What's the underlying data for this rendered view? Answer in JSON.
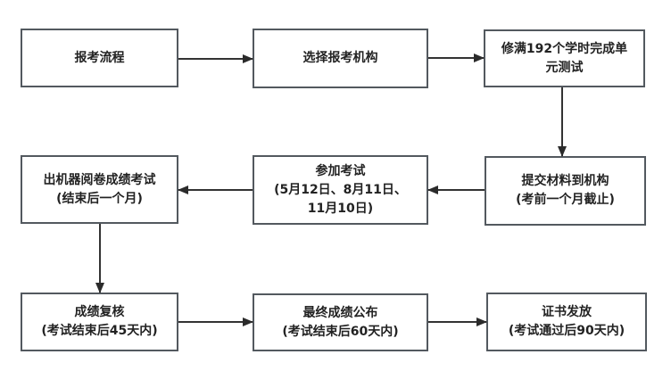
{
  "diagram": {
    "type": "flowchart",
    "colors": {
      "background": "#ffffff",
      "box_border": "#53595f",
      "arrow": "#333333",
      "text": "#222222"
    },
    "nodes": {
      "start": {
        "label": "报考流程"
      },
      "choose_institution": {
        "label": "选择报考机构"
      },
      "complete_hours": {
        "label": "修满192个学时完成单\n元测试"
      },
      "submit_materials": {
        "label": "提交材料到机构\n(考前一个月截止)"
      },
      "take_exam": {
        "label": "参加考试\n(5月12日、8月11日、\n11月10日)"
      },
      "machine_scoring": {
        "label": "出机器阅卷成绩考试\n(结束后一个月)"
      },
      "score_review": {
        "label": "成绩复核\n(考试结束后45天内)"
      },
      "final_results": {
        "label": "最终成绩公布\n(考试结束后60天内)"
      },
      "certificate": {
        "label": "证书发放\n(考试通过后90天内)"
      }
    },
    "edges": [
      {
        "from": "start",
        "to": "choose_institution"
      },
      {
        "from": "choose_institution",
        "to": "complete_hours"
      },
      {
        "from": "complete_hours",
        "to": "submit_materials"
      },
      {
        "from": "submit_materials",
        "to": "take_exam"
      },
      {
        "from": "take_exam",
        "to": "machine_scoring"
      },
      {
        "from": "machine_scoring",
        "to": "score_review"
      },
      {
        "from": "score_review",
        "to": "final_results"
      },
      {
        "from": "final_results",
        "to": "certificate"
      }
    ]
  }
}
